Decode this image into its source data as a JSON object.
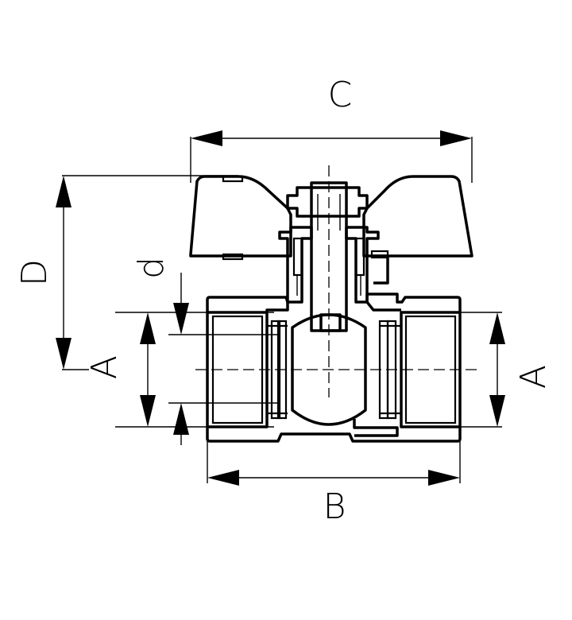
{
  "labels": {
    "c": "C",
    "b": "B",
    "d_upper": "D",
    "d_lower": "d",
    "a_left": "A",
    "a_right": "A"
  },
  "colors": {
    "line": "#000000",
    "background": "#ffffff"
  }
}
